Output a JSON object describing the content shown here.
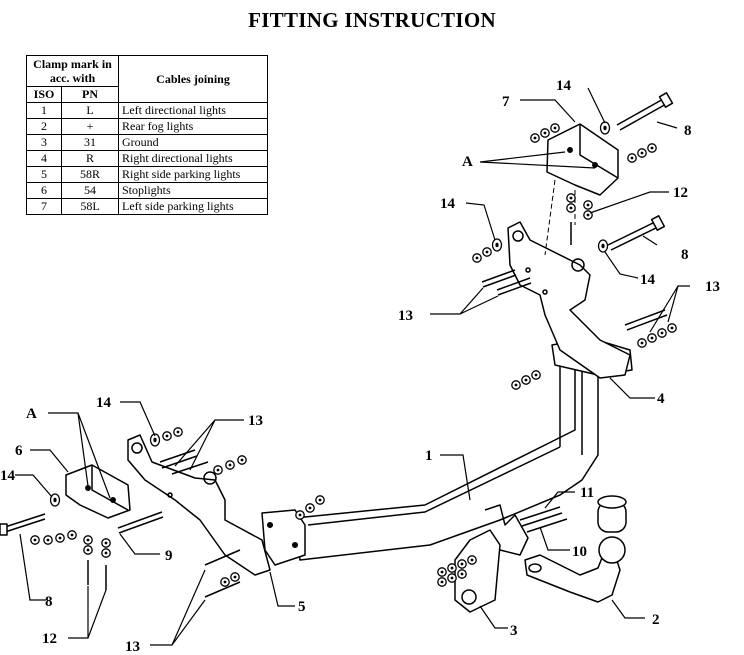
{
  "title": "FITTING INSTRUCTION",
  "legend": {
    "header": {
      "clamp_mark": "Clamp mark in acc. with",
      "cables_joining": "Cables joining",
      "iso": "ISO",
      "pn": "PN"
    },
    "rows": [
      {
        "iso": "1",
        "pn": "L",
        "desc": "Left directional lights"
      },
      {
        "iso": "2",
        "pn": "+",
        "desc": "Rear fog lights"
      },
      {
        "iso": "3",
        "pn": "31",
        "desc": "Ground"
      },
      {
        "iso": "4",
        "pn": "R",
        "desc": "Right directional lights"
      },
      {
        "iso": "5",
        "pn": "58R",
        "desc": "Right side parking lights"
      },
      {
        "iso": "6",
        "pn": "54",
        "desc": "Stoplights"
      },
      {
        "iso": "7",
        "pn": "58L",
        "desc": "Left side parking lights"
      }
    ]
  },
  "callouts": {
    "c14_top": "14",
    "c7": "7",
    "c8_top": "8",
    "cA_top": "A",
    "c12_right": "12",
    "c14_mid": "14",
    "c8_mid": "8",
    "c14_right": "14",
    "c13_right": "13",
    "c13_mid": "13",
    "c4": "4",
    "c1": "1",
    "cA_left": "A",
    "c14_left": "14",
    "c13_left": "13",
    "c6": "6",
    "c14_far": "14",
    "c9": "9",
    "c11": "11",
    "c10": "10",
    "c8_bottom": "8",
    "c5": "5",
    "c2": "2",
    "c3": "3",
    "c12_bottom": "12",
    "c13_bottom": "13"
  }
}
